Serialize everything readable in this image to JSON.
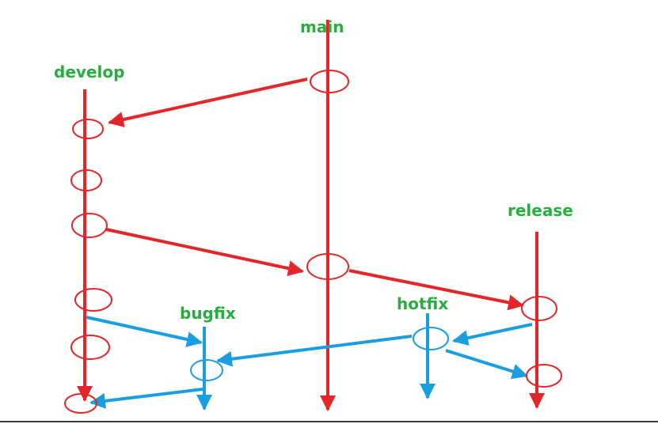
{
  "colors": {
    "label": "#27ae3e",
    "branch_line": "#e4262b",
    "merge_line": "#1a9ee0",
    "rule": "#3a3a3a"
  },
  "labels": {
    "main": "main",
    "develop": "develop",
    "release": "release",
    "bugfix": "bugfix",
    "hotfix": "hotfix"
  }
}
